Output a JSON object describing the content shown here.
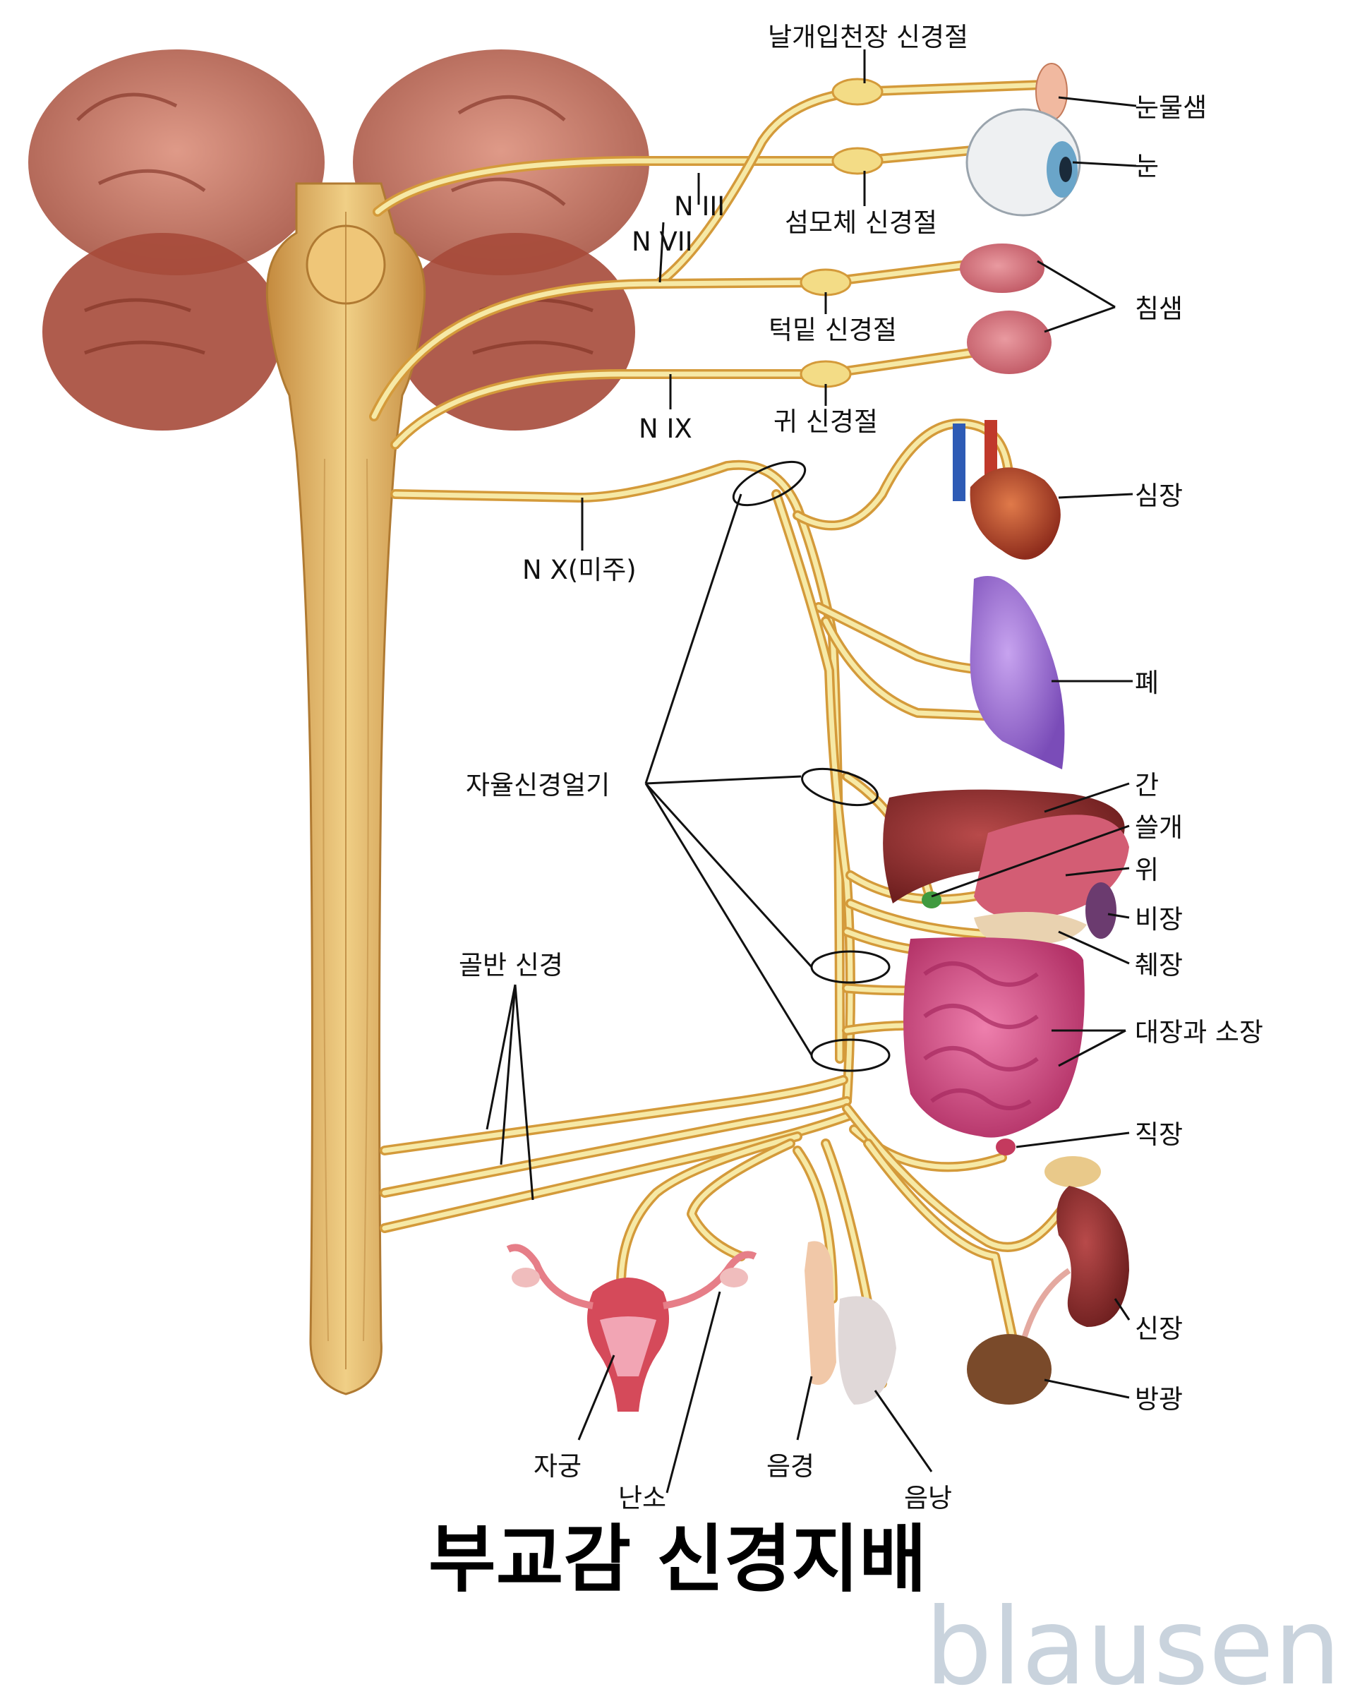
{
  "title": "부교감 신경지배",
  "brand": "blausen",
  "colors": {
    "nerve": "#d49a3a",
    "nerve_inner": "#f6e9a6",
    "nerve_core": "#c0392b",
    "cord": "#d9a85a",
    "brain": "#b85a44",
    "organ_pink": "#d2477e",
    "lung": "#9b6fd1",
    "liver": "#8b2a2a"
  },
  "labels": {
    "pterygopalatine_ganglion": "날개입천장 신경절",
    "ciliary_ganglion": "섬모체 신경절",
    "submandibular_ganglion": "턱밑 신경절",
    "otic_ganglion": "귀 신경절",
    "n3": "N III",
    "n7": "N VII",
    "n9": "N IX",
    "n10": "N X(미주)",
    "autonomic_plexus": "자율신경얼기",
    "pelvic_nerve": "골반 신경"
  },
  "organs": {
    "lacrimal_gland": "눈물샘",
    "eye": "눈",
    "salivary_glands": "침샘",
    "heart": "심장",
    "lung": "폐",
    "liver": "간",
    "gallbladder": "쓸개",
    "stomach": "위",
    "spleen": "비장",
    "pancreas": "췌장",
    "intestines": "대장과 소장",
    "rectum": "직장",
    "kidney": "신장",
    "bladder": "방광",
    "uterus": "자궁",
    "ovary": "난소",
    "penis": "음경",
    "scrotum": "음낭"
  }
}
